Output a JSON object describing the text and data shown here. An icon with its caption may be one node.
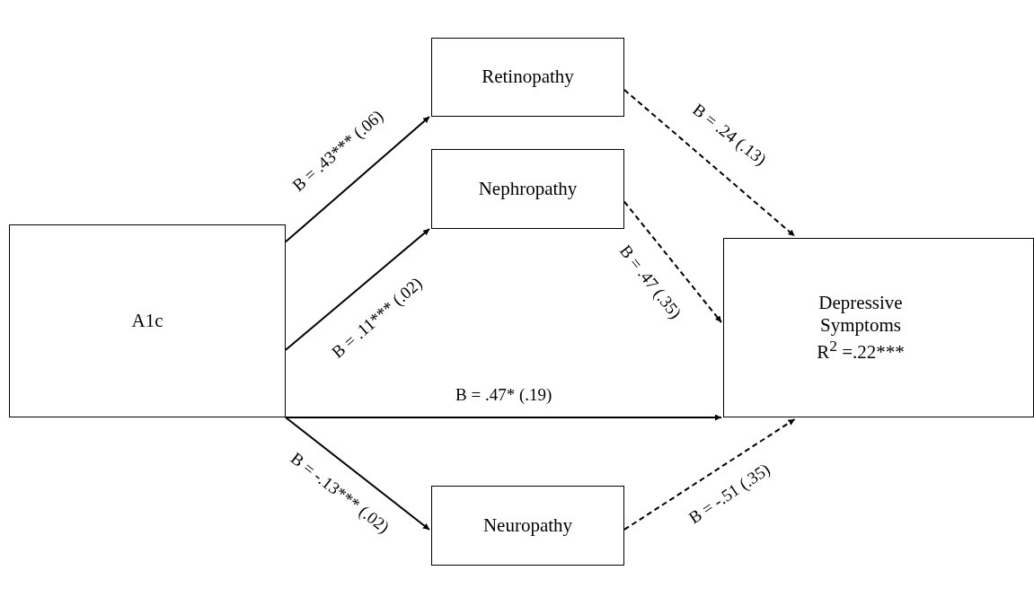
{
  "diagram": {
    "nodes": [
      {
        "text": [
          "A1c"
        ]
      },
      {
        "text": [
          "Retinopathy"
        ]
      },
      {
        "text": [
          "Nephropathy"
        ]
      },
      {
        "text": [
          "Depressive Symptoms",
          "R$^{2}$ =.22***"
        ]
      },
      {
        "text": [
          "Neuropathy"
        ]
      }
    ],
    "edges": [
      {
        "from": 0,
        "to": 1,
        "arrow": "to",
        "label": "B = .43*** (.06)"
      },
      {
        "from": 0,
        "to": 2,
        "arrow": "to",
        "label": "B = .11*** (.02)"
      },
      {
        "from": 0,
        "to": 3,
        "arrow": "to",
        "label": "B = .47* (.19)"
      },
      {
        "from": 0,
        "to": 4,
        "arrow": "to",
        "label": "B = -.13*** (.02)"
      },
      {
        "from": 1,
        "to": 3,
        "arrow": "to",
        "label": "B = .24 (.13)",
        "style": "dashed"
      },
      {
        "from": 2,
        "to": 3,
        "arrow": "to",
        "label": "B = .47 (.35)",
        "style": "dashed"
      },
      {
        "from": 4,
        "to": 3,
        "arrow": "to",
        "label": "B = -.51 (.35)",
        "style": "dashed"
      }
    ]
  }
}
